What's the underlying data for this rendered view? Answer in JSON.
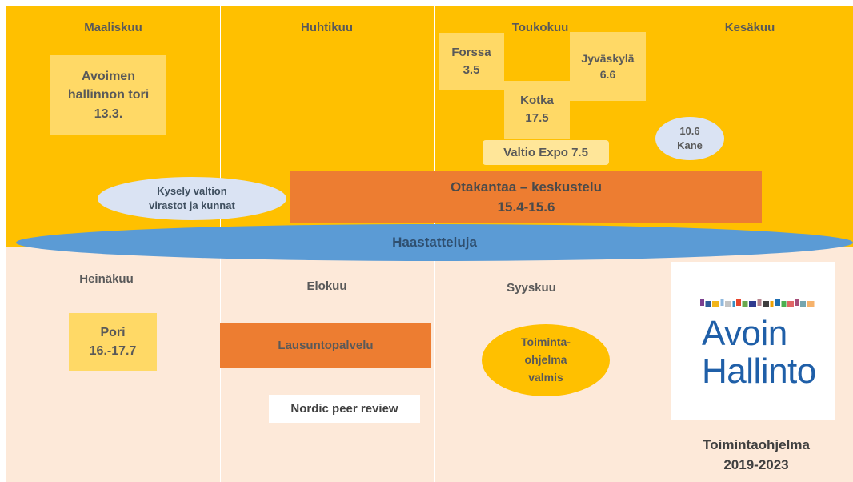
{
  "months_top": [
    "Maaliskuu",
    "Huhtikuu",
    "Toukokuu",
    "Kesäkuu"
  ],
  "months_bottom": [
    "Heinäkuu",
    "Elokuu",
    "Syyskuu"
  ],
  "events": {
    "avoimen": "Avoimen\nhallinnon tori\n13.3.",
    "forssa": "Forssa\n3.5",
    "kotka": "Kotka\n17.5",
    "jyvaskyla": "Jyväskylä\n6.6",
    "valtio_expo": "Valtio Expo 7.5",
    "kane": "10.6\nKane",
    "kysely": "Kysely valtion\nvirastot ja kunnat",
    "otakantaa": "Otakantaa – keskustelu\n15.4-15.6",
    "haastatteluja": "Haastatteluja",
    "pori": "Pori\n16.-17.7",
    "lausuntopalvelu": "Lausuntopalvelu",
    "nordic": "Nordic peer review",
    "toimintaohjelma_valmis": "Toiminta-\nohjelma\nvalmis"
  },
  "logo": {
    "line1": "Avoin",
    "line2": "Hallinto",
    "stripe_colors": [
      "#7b3f8f",
      "#2e5c9a",
      "#f2b51a",
      "#8fb8de",
      "#c4c4c4",
      "#3a8fc4",
      "#e8452c",
      "#6aa84f",
      "#2f3a8f",
      "#b5838d",
      "#3f3f3f",
      "#f0a202",
      "#1f6fb2",
      "#4caf50",
      "#e06666",
      "#a64d79",
      "#76a5af",
      "#f6b26b"
    ]
  },
  "footer": "Toimintaohjelma\n2019-2023"
}
